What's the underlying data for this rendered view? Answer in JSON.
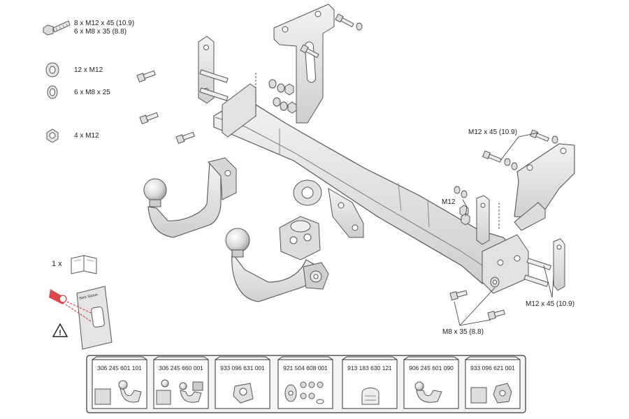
{
  "legend": {
    "bolts": [
      "8 x M12 x 45 (10.9)",
      "6 x M8 x 35 (8.8)"
    ],
    "washers_large": "12 x M12",
    "washers_small": "6 x M8 x 25",
    "nuts": "4 x M12"
  },
  "callouts": {
    "top_right_bolt": "M12 x 45 (10.9)",
    "nut_m12": "M12",
    "bottom_right_bolt": "M12 x 45 (10.9)",
    "bottom_bolts": "M8 x 35 (8.8)"
  },
  "manual": {
    "quantity": "1 x",
    "sticker_text": "Stick Sticker"
  },
  "kits": [
    {
      "code": "306 245 601 101"
    },
    {
      "code": "306 245 660 001"
    },
    {
      "code": "933 096 631 001"
    },
    {
      "code": "921 504 608 001"
    },
    {
      "code": "913 183 630 121"
    },
    {
      "code": "906 245 601 090"
    },
    {
      "code": "933 096 621 001"
    }
  ],
  "colors": {
    "part_fill": "#e6e6e6",
    "part_stroke": "#555555",
    "warning_red": "#d9262a"
  }
}
